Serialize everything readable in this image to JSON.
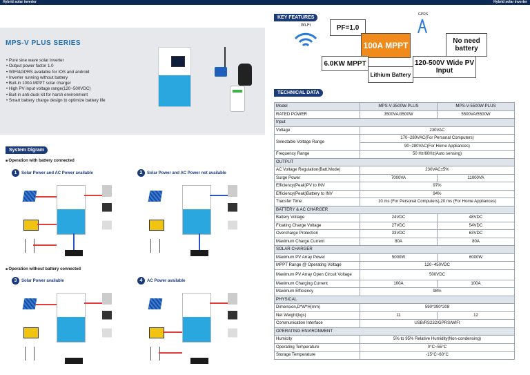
{
  "header": {
    "left": "Hybrid solar inverter",
    "right": "Hybrid solar inverter"
  },
  "product": {
    "series_title": "MPS-V PLUS SERIES",
    "features": [
      "Pure sine wave solar inverter",
      "Output power factor 1.0",
      "WIFI&GPRS available for IOS and android",
      "Inverter running without battery",
      "Bult-in 100A MPPT solar charger",
      "High PV input voltage range(120~500VDC)",
      "Buit-in anti-dusk kit for harsh environment",
      "Smart battery charge design to optimize battery life"
    ]
  },
  "system": {
    "title": "System Digram",
    "with_battery": "Operation with battery connected",
    "without_battery": "Operation without battery connected",
    "cases": [
      {
        "num": "1",
        "label": "Solar Power and AC Power available"
      },
      {
        "num": "2",
        "label": "Solar Power and AC Power not available"
      },
      {
        "num": "3",
        "label": "Solar Power available"
      },
      {
        "num": "4",
        "label": "AC Power available"
      }
    ]
  },
  "key_features": {
    "title": "KEY FEATURES",
    "wifi": "Wi-Fi",
    "gprs": "GPRS",
    "items": [
      "PF=1.0",
      "No need battery",
      "100A MPPT",
      "6.0KW MPPT",
      "120-500V Wide PV Input",
      "Lithium Battery"
    ]
  },
  "tech": {
    "title": "TECHNICAL DATA",
    "header": [
      "Model",
      "MPS-V-3500W-PLUS",
      "MPS-V-5500W-PLUS"
    ],
    "rows": [
      {
        "type": "row",
        "cells": [
          "RATED POWER",
          "3500VA/3500W",
          "5500VA/5500W"
        ]
      },
      {
        "type": "sec",
        "cells": [
          "Input"
        ]
      },
      {
        "type": "span",
        "cells": [
          "Voltage",
          "230VAC"
        ]
      },
      {
        "type": "span2",
        "cells": [
          "Selectable Voltage Range",
          "170~280VAC(For Personal Computers)",
          "90~280VAC(For Home Appliances)"
        ]
      },
      {
        "type": "span",
        "cells": [
          "Frequency Range",
          "50 Hz/60Hz(Auto sensing)"
        ]
      },
      {
        "type": "sec",
        "cells": [
          "OUTPUT"
        ]
      },
      {
        "type": "span",
        "cells": [
          "AC Voltage Regulation(Batt.Mode)",
          "230VAC±5%"
        ]
      },
      {
        "type": "row",
        "cells": [
          "Surge Power",
          "7000VA",
          "11000VA"
        ]
      },
      {
        "type": "span",
        "cells": [
          "Efficiency(Peak)PV to INV",
          "97%"
        ]
      },
      {
        "type": "span",
        "cells": [
          "Efficiency(Peak)Battery to INV",
          "94%"
        ]
      },
      {
        "type": "span",
        "cells": [
          "Transfer Time",
          "10 ms (For Personal Computers),20 ms (For Home Appliances)"
        ]
      },
      {
        "type": "sec",
        "cells": [
          "BATTERY & AC CHARGER"
        ]
      },
      {
        "type": "row",
        "cells": [
          "Battery Voltage",
          "24VDC",
          "48VDC"
        ]
      },
      {
        "type": "row",
        "cells": [
          "Floating Charge Voltage",
          "27VDC",
          "54VDC"
        ]
      },
      {
        "type": "row",
        "cells": [
          "Overcharge Protection",
          "33VDC",
          "63VDC"
        ]
      },
      {
        "type": "row",
        "cells": [
          "Maximum Charge Current",
          "80A",
          "80A"
        ]
      },
      {
        "type": "sec",
        "cells": [
          "SOLAR CHARGER"
        ]
      },
      {
        "type": "row",
        "cells": [
          "Maximum PV Array Power",
          "5000W",
          "6000W"
        ]
      },
      {
        "type": "span",
        "cells": [
          "MPPT Range @ Operating Voltage",
          "120~450VDC"
        ]
      },
      {
        "type": "tall",
        "cells": [
          "Maximum PV Array Open Circuit Voltage",
          "500VDC"
        ]
      },
      {
        "type": "row",
        "cells": [
          "Maximum Charging Current",
          "100A",
          "100A"
        ]
      },
      {
        "type": "span",
        "cells": [
          "Maximum Efficiency",
          "98%"
        ]
      },
      {
        "type": "sec",
        "cells": [
          "PHYSICAL"
        ]
      },
      {
        "type": "span",
        "cells": [
          "Dimension,D*W*H(mm)",
          "590*390*208"
        ]
      },
      {
        "type": "row",
        "cells": [
          "Net Weight(kgs)",
          "11",
          "12"
        ]
      },
      {
        "type": "span",
        "cells": [
          "Communication Interface",
          "USB/RS232/GPRS/WIFI"
        ]
      },
      {
        "type": "sec",
        "cells": [
          "OPERATING ENVIRONMENT"
        ]
      },
      {
        "type": "span",
        "cells": [
          "Humicity",
          "5% to 95% Relative Humidity(Non-condensing)"
        ]
      },
      {
        "type": "span",
        "cells": [
          "Operating Temperature",
          "0°C~55°C"
        ]
      },
      {
        "type": "span",
        "cells": [
          "Storage Temperature",
          "-15°C~60°C"
        ]
      }
    ]
  },
  "colors": {
    "navy": "#1b3a7a",
    "sky": "#2aa7df",
    "orange": "#f08a1a",
    "wire_red": "#e23b3b",
    "wire_blue": "#2b53c9"
  }
}
